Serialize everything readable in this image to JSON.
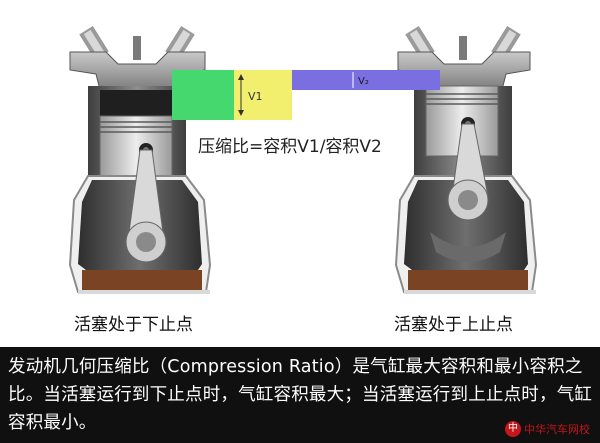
{
  "diagram": {
    "volume_v1_label": "V1",
    "volume_v2_label": "V₂",
    "formula": "压缩比=容积V1/容积V2",
    "left_engine_caption": "活塞处于下止点",
    "right_engine_caption": "活塞处于上止点"
  },
  "caption": {
    "text": "发动机几何压缩比（Compression Ratio）是气缸最大容积和最小容积之比。当活塞运行到下止点时，气缸容积最大；当活塞运行到上止点时，气缸容积最小。"
  },
  "watermark": {
    "logo_glyph": "中",
    "text": "中华汽车网校"
  },
  "colors": {
    "v1_green": "#44d86e",
    "v1_yellow": "#f3ef6e",
    "v2_purple": "#7a6fe0",
    "oil": "#7a4324",
    "caption_bg": "#101010",
    "watermark_red": "#c4161c"
  }
}
